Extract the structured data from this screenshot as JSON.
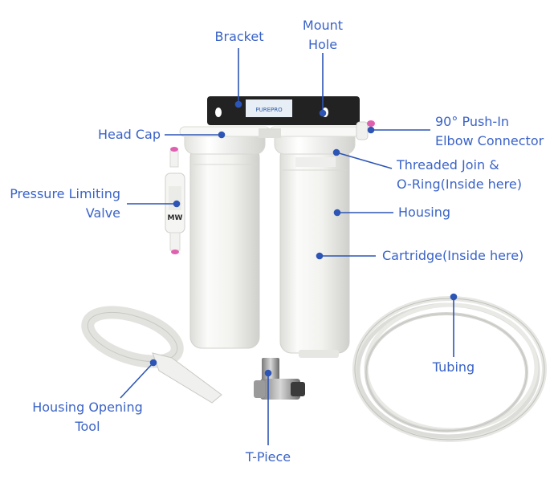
{
  "labels": {
    "bracket": "Bracket",
    "mount_hole": [
      "Mount",
      "Hole"
    ],
    "elbow": [
      "90° Push-In",
      "Elbow Connector"
    ],
    "head_cap": "Head Cap",
    "threaded": [
      "Threaded Join &",
      "O-Ring(Inside here)"
    ],
    "pressure": [
      "Pressure Limiting",
      "Valve"
    ],
    "housing": "Housing",
    "cartridge": "Cartridge(Inside here)",
    "tubing": "Tubing",
    "tool": [
      "Housing Opening",
      "Tool"
    ],
    "tpiece": "T-Piece"
  },
  "bracket_text": "PUREPRO",
  "valve_text": "MW",
  "colors": {
    "label": "#3a63c8",
    "leader": "#2d55b5",
    "housing": "#f4f4f2",
    "bracket": "#222222",
    "pink": "#e060b0"
  }
}
